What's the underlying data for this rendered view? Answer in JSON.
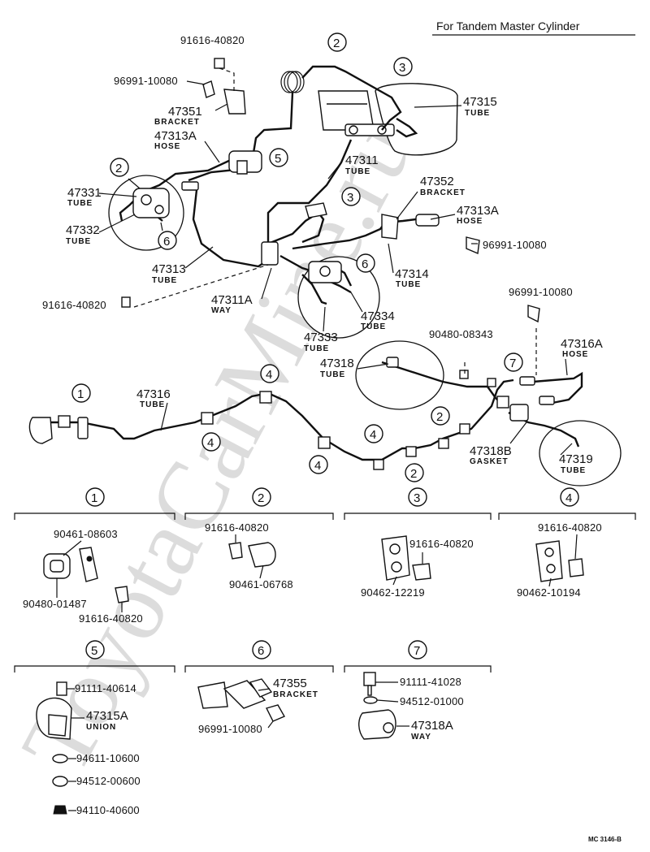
{
  "title": "For Tandem Master Cylinder",
  "footer_code": "MC 3146-B",
  "watermark": "ToyotaCarMine.ru",
  "main_callouts": {
    "p91616_40820_top": "91616-40820",
    "p96991_10080_left": "96991-10080",
    "p47351": "47351",
    "p47351_lbl": "BRACKET",
    "p47313A_left": "47313A",
    "p47313A_left_lbl": "HOSE",
    "p47331": "47331",
    "p47331_lbl": "TUBE",
    "p47332": "47332",
    "p47332_lbl": "TUBE",
    "p47313": "47313",
    "p47313_lbl": "TUBE",
    "p91616_40820_left": "91616-40820",
    "p47311A": "47311A",
    "p47311A_lbl": "WAY",
    "p47311": "47311",
    "p47311_lbl": "TUBE",
    "p47315": "47315",
    "p47315_lbl": "TUBE",
    "p47352": "47352",
    "p47352_lbl": "BRACKET",
    "p47313A_right": "47313A",
    "p47313A_right_lbl": "HOSE",
    "p96991_10080_right": "96991-10080",
    "p47314": "47314",
    "p47314_lbl": "TUBE",
    "p47334": "47334",
    "p47334_lbl": "TUBE",
    "p47333": "47333",
    "p47333_lbl": "TUBE",
    "p96991_10080_rear": "96991-10080",
    "p90480_08343": "90480-08343",
    "p47316A": "47316A",
    "p47316A_lbl": "HOSE",
    "p47318": "47318",
    "p47318_lbl": "TUBE",
    "p47316": "47316",
    "p47316_lbl": "TUBE",
    "p47318B": "47318B",
    "p47318B_lbl": "GASKET",
    "p47319": "47319",
    "p47319_lbl": "TUBE"
  },
  "circle_markers": [
    "1",
    "2",
    "3",
    "4",
    "5",
    "6",
    "7"
  ],
  "detail_sections": [
    {
      "id": "1",
      "parts": [
        "90461-08603",
        "90480-01487",
        "91616-40820"
      ]
    },
    {
      "id": "2",
      "parts": [
        "91616-40820",
        "90461-06768"
      ]
    },
    {
      "id": "3",
      "parts": [
        "91616-40820",
        "90462-12219"
      ]
    },
    {
      "id": "4",
      "parts": [
        "91616-40820",
        "90462-10194"
      ]
    },
    {
      "id": "5",
      "parts": [
        "91111-40614",
        "47315A",
        "UNION",
        "94611-10600",
        "94512-00600",
        "94110-40600"
      ]
    },
    {
      "id": "6",
      "parts": [
        "47355",
        "BRACKET",
        "96991-10080"
      ]
    },
    {
      "id": "7",
      "parts": [
        "91111-41028",
        "94512-01000",
        "47318A",
        "WAY"
      ]
    }
  ]
}
